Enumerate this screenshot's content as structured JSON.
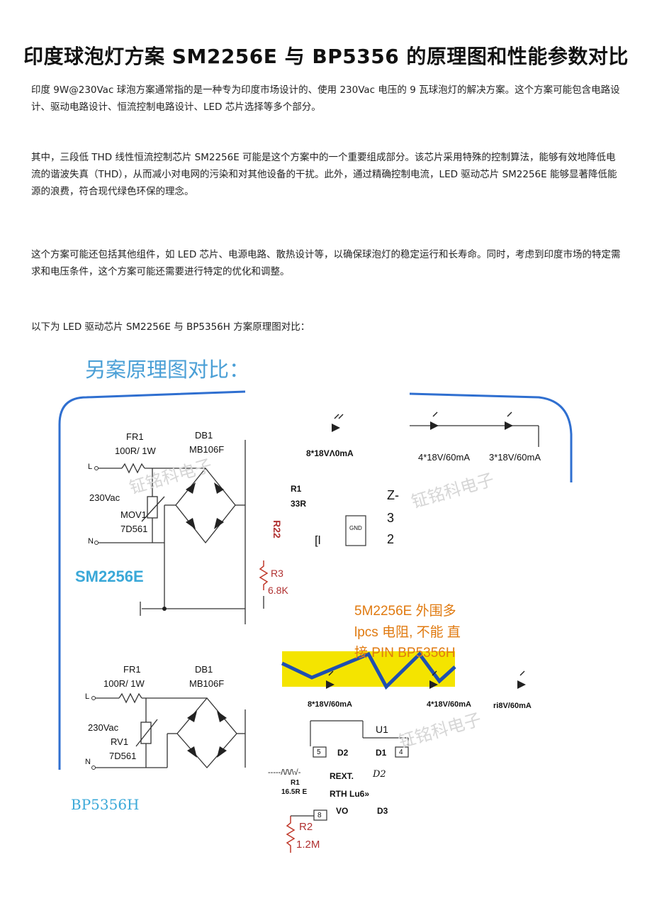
{
  "document": {
    "title": "印度球泡灯方案 SM2256E 与 BP5356 的原理图和性能参数对比",
    "paragraphs": [
      "印度 9W@230Vac 球泡方案通常指的是一种专为印度市场设计的、使用 230Vac 电压的 9 瓦球泡灯的解决方案。这个方案可能包含电路设计、驱动电路设计、恒流控制电路设计、LED 芯片选择等多个部分。",
      "其中，三段低 THD 线性恒流控制芯片 SM2256E 可能是这个方案中的一个重要组成部分。该芯片采用特殊的控制算法，能够有效地降低电流的谐波失真（THD），从而减小对电网的污染和对其他设备的干扰。此外，通过精确控制电流，LED 驱动芯片 SM2256E 能够显著降低能源的浪费，符合现代绿色环保的理念。",
      "这个方案可能还包括其他组件，如 LED 芯片、电源电路、散热设计等，以确保球泡灯的稳定运行和长寿命。同时，考虑到印度市场的特定需求和电压条件，这个方案可能还需要进行特定的优化和调整。",
      "以下为 LED 驱动芯片 SM2256E 与 BP5356H 方案原理图对比："
    ]
  },
  "figure": {
    "heading": "另案原理图对比：",
    "watermark": "钲铭科电子",
    "top": {
      "chip_label": "SM2256E",
      "fr1": "FR1",
      "fr1_value": "100R/  1W",
      "db1": "DB1",
      "db1_part": "MB106F",
      "l": "L",
      "n": "N",
      "vac": "230Vac",
      "mov": "MOV1",
      "mov_part": "7D561",
      "led1": "8*18VΛ0mA",
      "led2": "4*18V/60mA",
      "led3": "3*18V/60mA",
      "r1": "R1",
      "r1_value": "33R",
      "r22": "R22",
      "gnd": "GND",
      "bracket": "[l",
      "z_chars": [
        "Z-",
        "3",
        "2"
      ],
      "r3": "R3",
      "r3_value": "6.8K"
    },
    "note": [
      "5M2256E 外围多",
      "lpcs 电阻, 不能  直",
      "接 PIN BP5356H"
    ],
    "bottom": {
      "chip_label": "BP5356H",
      "fr1": "FR1",
      "fr1_value": "100R/  1W",
      "db1": "DB1",
      "db1_part": "MB106F",
      "l": "L",
      "n": "N",
      "vac": "230Vac",
      "rv": "RV1",
      "rv_part": "7D561",
      "led1": "8*18V/60mA",
      "led2": "4*18V/60mA",
      "led3": "ri8V/60mA",
      "u1": "U1",
      "pin5": "5",
      "pin4": "4",
      "pin8": "8",
      "d2": "D2",
      "d1": "D1",
      "d2_italic": "D2",
      "d3": "D3",
      "rext": "REXT.",
      "rth": "RTH Lu6»",
      "vo": "VO",
      "r1_zigzag": "-----/\\/\\/\\√-",
      "r1": "R1",
      "r1_value": "16.5R E",
      "r2": "R2",
      "r2_value": "1.2M"
    }
  }
}
